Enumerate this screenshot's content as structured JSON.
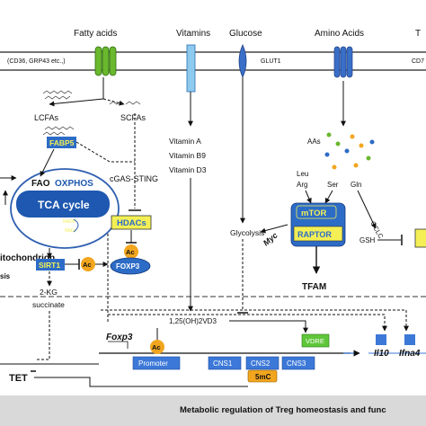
{
  "header": {
    "fatty_acids": "Fatty acids",
    "vitamins": "Vitamins",
    "glucose": "Glucose",
    "amino_acids": "Amino Acids",
    "cut_right": "T",
    "membrane_left": "(CD36, GRP43 etc.,)",
    "glut1": "GLUT1",
    "membrane_right": "CD7"
  },
  "lipids": {
    "lcfas": "LCFAs",
    "scfas": "SCFAs",
    "fabp5": "FABP5",
    "cgas_sting": "cGAS-STING"
  },
  "mito": {
    "fao": "FAO",
    "oxphos": "OXPHOS",
    "tca": "TCA cycle",
    "nadh1": "NADH",
    "nadh2": "NAD+",
    "label": "itochondrion",
    "side_text": "sis",
    "sirt1": "SIRT1",
    "ac": "Ac",
    "kg": "2-KG",
    "succinate": "succinate"
  },
  "vitamin": {
    "a": "Vitamin A",
    "b9": "Vitamin B9",
    "d3": "Vitamin D3",
    "vd3": "1,25(OH)2VD3"
  },
  "hdac": {
    "hdacs": "HDACs",
    "ac": "Ac",
    "foxp3": "FOXP3"
  },
  "glucose": {
    "glycolysis": "Glycolysis",
    "myc": "Myc"
  },
  "amino": {
    "aas": "AAs",
    "leu": "Leu",
    "arg": "Arg",
    "ser": "Ser",
    "gln": "Gln",
    "gclc": "GCLC",
    "gsh": "GSH",
    "mtor": "mTOR",
    "raptor": "RAPTOR",
    "tfam": "TFAM"
  },
  "gene": {
    "foxp3": "Foxp3",
    "tet": "TET",
    "promoter": "Promoter",
    "cns1": "CNS1",
    "cns2": "CNS2",
    "cns3": "CNS3",
    "vdre": "VDRE",
    "ac": "Ac",
    "fivemc": "5mC",
    "il10": "Il10",
    "ifna": "Ifna4"
  },
  "caption": "Metabolic regulation of Treg homeostasis and func",
  "colors": {
    "green_receptor": "#6ab82e",
    "blue_receptor": "#3a6fc7",
    "vitamin_receptor": "#8ec9ee",
    "label_yellow": "#f3ef55",
    "label_blue": "#2d6cc6",
    "mito_blue": "#2f5fb0",
    "tca_blue": "#1e58b0",
    "ac_orange": "#f2a51e",
    "gene_box": "#3c78d8",
    "vdre_green": "#5fc63a",
    "caption_bg": "#d9d9d9"
  }
}
